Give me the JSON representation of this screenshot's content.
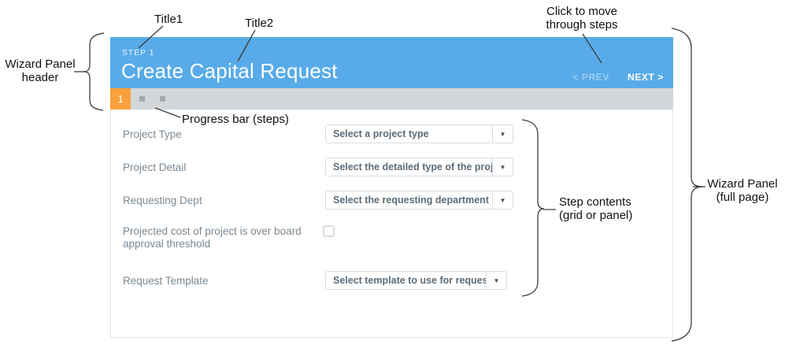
{
  "ui": {
    "dropdown_arrow": "▼"
  },
  "wizard": {
    "header": {
      "step_label": "STEP 1",
      "title": "Create Capital Request",
      "prev_chevron": "<",
      "prev_label": "PREV",
      "next_label": "NEXT",
      "next_chevron": ">"
    },
    "progress": {
      "active_step": "1",
      "total_steps": 3
    },
    "form": {
      "rows": [
        {
          "label": "Project Type",
          "type": "select",
          "placeholder": "Select a project type"
        },
        {
          "label": "Project Detail",
          "type": "select",
          "placeholder": "Select the detailed type of the project"
        },
        {
          "label": "Requesting Dept",
          "type": "select",
          "placeholder": "Select the requesting department"
        },
        {
          "label": "Projected cost of project is over board approval threshold",
          "type": "checkbox",
          "checked": false
        },
        {
          "label": "Request Template",
          "type": "select",
          "placeholder": "Select template to use for request"
        }
      ]
    }
  },
  "annotations": {
    "title1": "Title1",
    "title2": "Title2",
    "click_to_move_line1": "Click to move",
    "click_to_move_line2": "through steps",
    "wizard_header_line1": "Wizard Panel",
    "wizard_header_line2": "header",
    "progress_bar": "Progress bar (steps)",
    "step_contents_line1": "Step contents",
    "step_contents_line2": "(grid or panel)",
    "full_page_line1": "Wizard Panel",
    "full_page_line2": "(full page)"
  },
  "colors": {
    "header_blue": "#58abe8",
    "step_orange": "#f9a13c",
    "progress_gray": "#d3d7da",
    "inactive_step_gray": "#a5acb1",
    "label_gray": "#7a8893",
    "dropdown_text": "#5c6b77"
  }
}
